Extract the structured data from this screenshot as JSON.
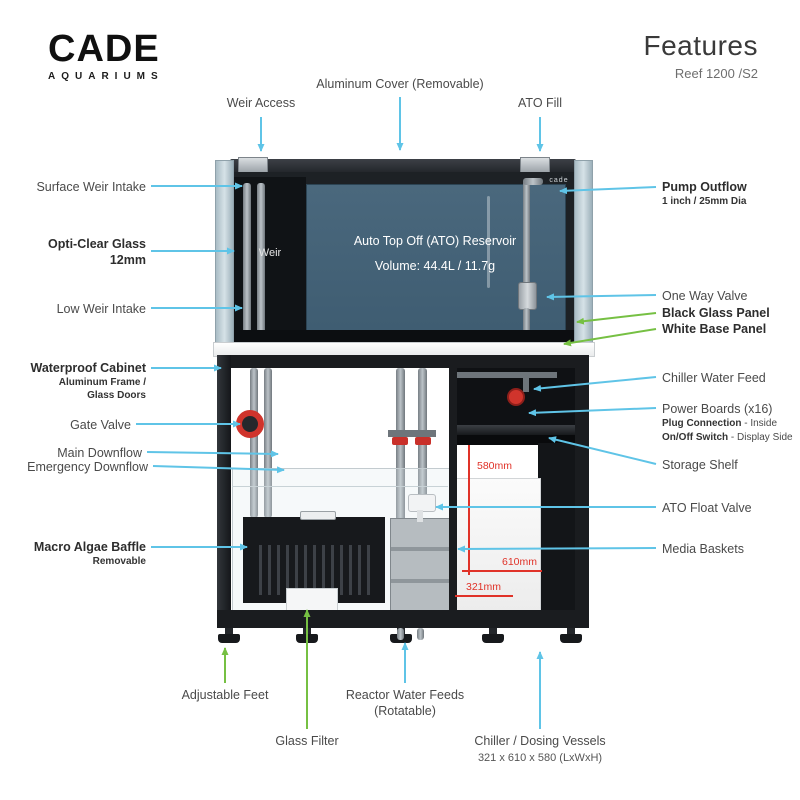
{
  "header": {
    "logo": "CADE",
    "logo_sub": "AQUARIUMS",
    "title": "Features",
    "subtitle": "Reef 1200 /S2"
  },
  "tank": {
    "brand": "cade",
    "weir": "Weir",
    "ato_title": "Auto Top Off (ATO) Reservoir",
    "ato_volume": "Volume: 44.4L / 11.7g"
  },
  "dims": {
    "height": "580mm",
    "width": "610mm",
    "depth": "321mm"
  },
  "labels": {
    "weir_access": "Weir Access",
    "aluminum_cover": "Aluminum Cover (Removable)",
    "ato_fill": "ATO Fill",
    "surface_weir_intake": "Surface Weir Intake",
    "opti_clear_glass": "Opti-Clear Glass",
    "opti_clear_glass_sub": "12mm",
    "low_weir_intake": "Low Weir Intake",
    "waterproof_cabinet": "Waterproof Cabinet",
    "waterproof_cabinet_sub1": "Aluminum Frame /",
    "waterproof_cabinet_sub2": "Glass Doors",
    "gate_valve": "Gate Valve",
    "main_downflow": "Main Downflow",
    "emergency_downflow": "Emergency Downflow",
    "macro_algae_baffle": "Macro Algae Baffle",
    "macro_algae_baffle_sub": "Removable",
    "pump_outflow": "Pump Outflow",
    "pump_outflow_sub": "1 inch / 25mm Dia",
    "one_way_valve": "One Way Valve",
    "black_glass_panel": "Black Glass Panel",
    "white_base_panel": "White Base Panel",
    "chiller_water_feed": "Chiller Water Feed",
    "power_boards": "Power Boards (x16)",
    "power_boards_sub1_b": "Plug Connection",
    "power_boards_sub1_r": " - Inside",
    "power_boards_sub2_b": "On/Off Switch",
    "power_boards_sub2_r": " - Display Side",
    "storage_shelf": "Storage Shelf",
    "ato_float_valve": "ATO Float Valve",
    "media_baskets": "Media Baskets",
    "adjustable_feet": "Adjustable Feet",
    "glass_filter": "Glass Filter",
    "reactor_water_feeds": "Reactor Water Feeds",
    "reactor_water_feeds_sub": "(Rotatable)",
    "chiller_dosing": "Chiller / Dosing Vessels",
    "chiller_dosing_sub": "321 x 610 x 580 (LxWxH)"
  },
  "colors": {
    "cyan": "#5fc4e7",
    "green": "#76c043",
    "red": "#e03228"
  }
}
